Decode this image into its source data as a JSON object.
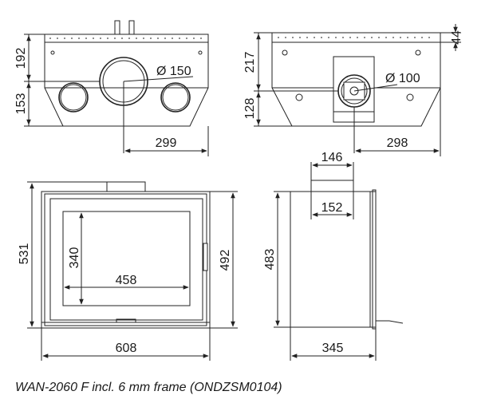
{
  "top_left_view": {
    "dim_top_height": "192",
    "dim_bottom_height": "153",
    "dim_flue_diameter": "Ø 150",
    "dim_offset": "299"
  },
  "top_right_view": {
    "dim_side": "44",
    "dim_top_height": "217",
    "dim_bottom_height": "128",
    "dim_flue_diameter": "Ø 100",
    "dim_offset": "298"
  },
  "front_view": {
    "dim_height_outer": "531",
    "dim_glass_height": "340",
    "dim_glass_width": "458",
    "dim_height_inner": "492",
    "dim_width": "608"
  },
  "side_view": {
    "dim_top_outer": "146",
    "dim_top_inner": "152",
    "dim_height": "483",
    "dim_depth": "345"
  },
  "caption": "WAN-2060 F incl. 6 mm frame (ONDZSM0104)"
}
